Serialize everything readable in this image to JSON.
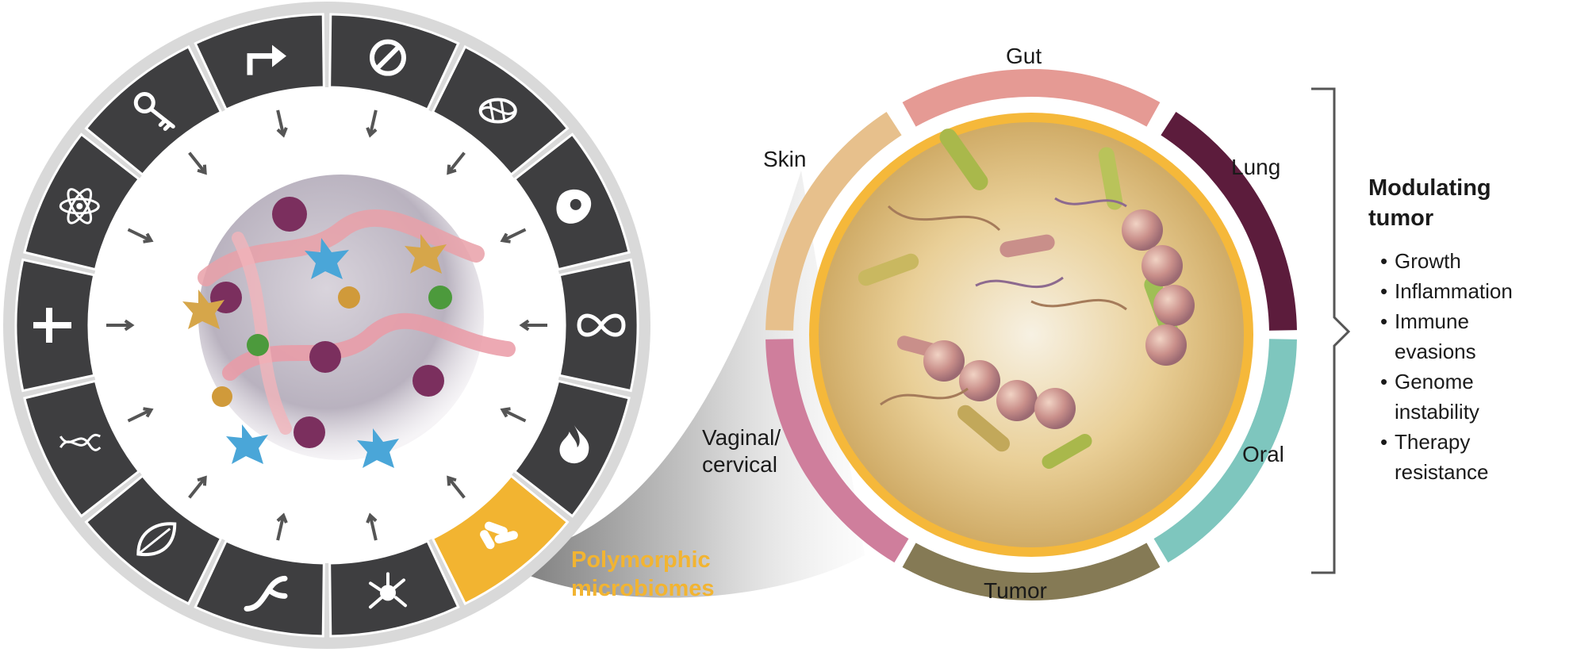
{
  "hallmarks_wheel": {
    "icons": [
      "key-icon",
      "arrow-icon",
      "prohibited-icon",
      "chromosome-icon",
      "cell-icon",
      "infinity-icon",
      "flame-icon",
      "bacteria-icon",
      "neuron-icon",
      "vessel-icon",
      "leaf-icon",
      "dna-icon",
      "dagger-icon",
      "atom-icon"
    ],
    "highlighted_index": 7,
    "colors": {
      "ring_outer": "#d8d8d8",
      "segment_dark": "#3e3e40",
      "segment_light": "#6f6f72",
      "highlight": "#f2b431",
      "arrow": "#555555"
    }
  },
  "callout_label": "Polymorphic\nmicrobiomes",
  "microbiome_regions": [
    {
      "label": "Gut",
      "color": "#e59a94"
    },
    {
      "label": "Lung",
      "color": "#5c1c3c"
    },
    {
      "label": "Oral",
      "color": "#7ec6be"
    },
    {
      "label": "Tumor",
      "color": "#857a55"
    },
    {
      "label": "Vaginal/\ncervical",
      "color": "#cf7e9c"
    },
    {
      "label": "Skin",
      "color": "#e7c08c"
    }
  ],
  "panel": {
    "title": "Modulating\ntumor",
    "effects": [
      "Growth",
      "Inflammation",
      "Immune\nevasions",
      "Genome\ninstability",
      "Therapy\nresistance"
    ]
  }
}
